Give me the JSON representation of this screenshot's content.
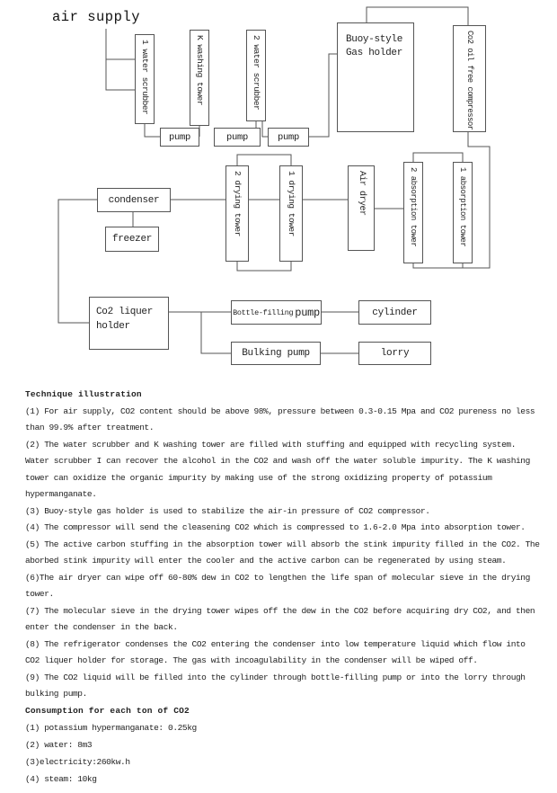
{
  "diagram": {
    "air_supply": "air supply",
    "water_scrubber_1": "1 water scrubber",
    "k_washing_tower": "K washing tower",
    "water_scrubber_2": "2 water scrubber",
    "gas_holder_line1": "Buoy-style",
    "gas_holder_line2": "Gas holder",
    "compressor": "Co2 oil free compressor",
    "pump_1": "pump",
    "pump_2": "pump",
    "pump_3": "pump",
    "condenser": "condenser",
    "freezer": "freezer",
    "drying_tower_2": "2 drying tower",
    "drying_tower_1": "1 drying tower",
    "air_dryer": "Air dryer",
    "absorption_tower_2": "2 absorption tower",
    "absorption_tower_1": "1 absorption tower",
    "co2_liquer_holder": "Co2  liquer holder",
    "bottle_filling_prefix": "Bottle-filling",
    "bottle_filling_word": "pump",
    "cylinder": "cylinder",
    "bulking_pump": "Bulking pump",
    "lorry": "lorry"
  },
  "notes": {
    "title": "Technique illustration",
    "items": [
      "(1) For air supply, CO2 content should be above 98%, pressure between 0.3-0.15 Mpa and CO2 pureness no less than 99.9% after treatment.",
      "(2) The water scrubber and K washing tower are filled with stuffing and equipped with recycling system. Water scrubber I can recover the alcohol in the CO2 and wash off the water soluble impurity. The K washing tower can oxidize the organic impurity by making use of the strong oxidizing property of potassium hypermanganate.",
      "(3) Buoy-style gas holder is used to stabilize the air-in pressure of CO2 compressor.",
      "(4) The compressor will send the cleasening CO2 which is compressed to 1.6-2.0 Mpa into absorption tower.",
      "(5) The active carbon stuffing in the absorption tower will absorb the stink impurity filled in the CO2. The aborbed stink impurity will enter the cooler and the active carbon can be regenerated by using steam.",
      "(6)The air dryer can wipe off 60-80% dew in CO2 to lengthen the life span of molecular sieve in the drying tower.",
      "(7) The molecular sieve in the drying tower wipes off the dew in the CO2 before acquiring dry CO2, and then enter the condenser in the back.",
      "(8) The refrigerator condenses the CO2 entering the condenser into low temperature liquid which flow into CO2 liquer holder for storage. The gas with incoagulability in the condenser will be wiped off.",
      "(9) The CO2 liquid will be filled into the cylinder through bottle-filling pump or into the lorry through bulking pump."
    ],
    "consumption_title": "Consumption for each ton of CO2",
    "consumption_items": [
      "(1) potassium hypermanganate: 0.25kg",
      "(2) water: 8m3",
      "(3)electricity:260kw.h",
      "(4) steam: 10kg"
    ]
  }
}
